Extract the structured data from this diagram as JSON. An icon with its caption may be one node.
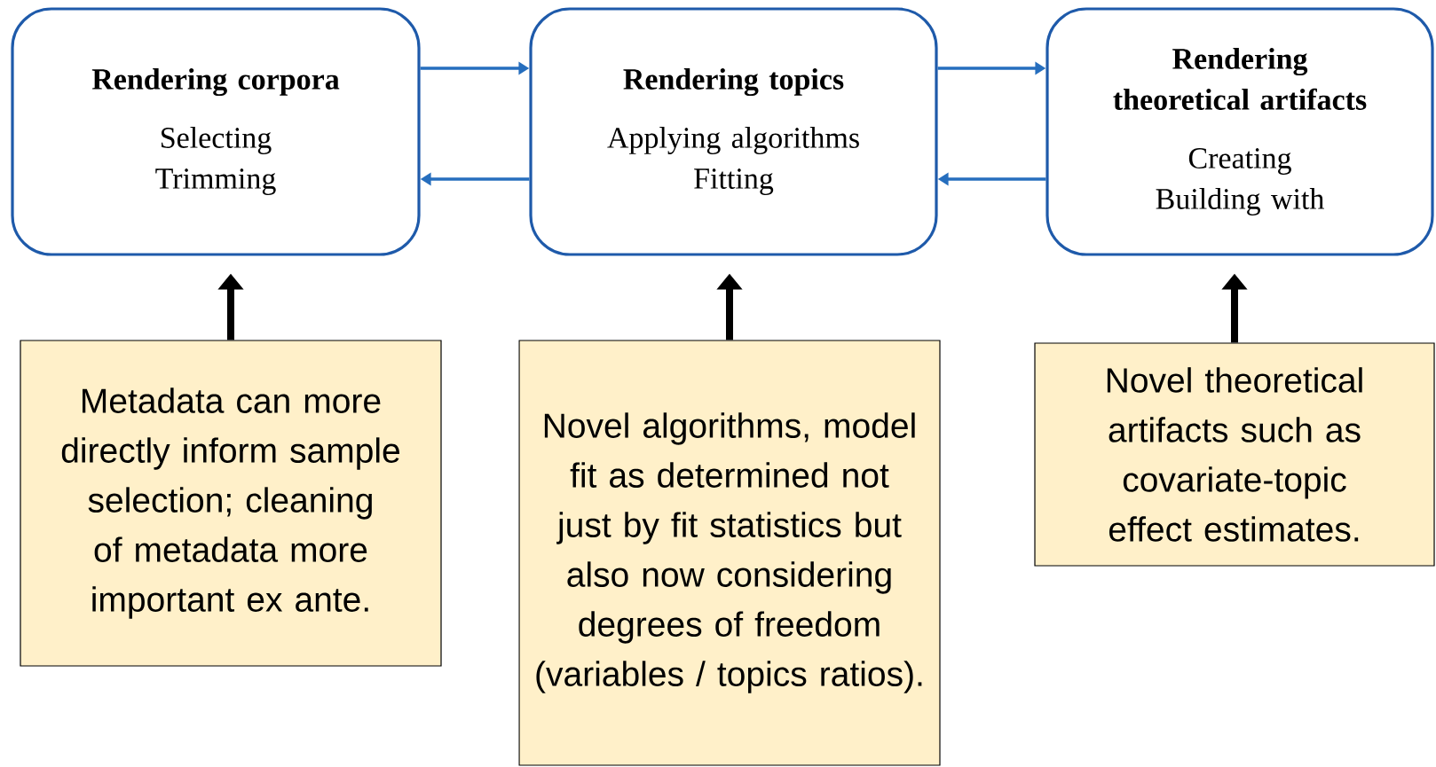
{
  "diagram": {
    "nodes": [
      {
        "text": [
          "Rendering corpora",
          "Selecting",
          "Trimming"
        ]
      },
      {
        "text": [
          "Rendering topics",
          "Applying algorithms",
          "Fitting"
        ]
      },
      {
        "text": [
          "Rendering theoretical artifacts",
          "Creating",
          "Building with"
        ]
      },
      {
        "text": [
          "Metadata can more directly inform sample selection; cleaning of metadata more important ex ante."
        ]
      },
      {
        "text": [
          "Novel algorithms, model fit as determined not just by fit statistics but also now considering degrees of freedom (variables / topics ratios)."
        ]
      },
      {
        "text": [
          "Novel theoretical artifacts such as covariate-topic effect estimates."
        ]
      }
    ],
    "edges": [
      {
        "from": 0,
        "to": 1,
        "arrow": "to"
      },
      {
        "from": 1,
        "to": 0,
        "arrow": "to"
      },
      {
        "from": 1,
        "to": 2,
        "arrow": "to"
      },
      {
        "from": 2,
        "to": 1,
        "arrow": "to"
      },
      {
        "from": 3,
        "to": 0,
        "arrow": "to",
        "style": "thick",
        "color": "#000000"
      },
      {
        "from": 4,
        "to": 1,
        "arrow": "to",
        "style": "thick",
        "color": "#000000"
      },
      {
        "from": 5,
        "to": 2,
        "arrow": "to",
        "style": "thick",
        "color": "#000000"
      }
    ]
  }
}
